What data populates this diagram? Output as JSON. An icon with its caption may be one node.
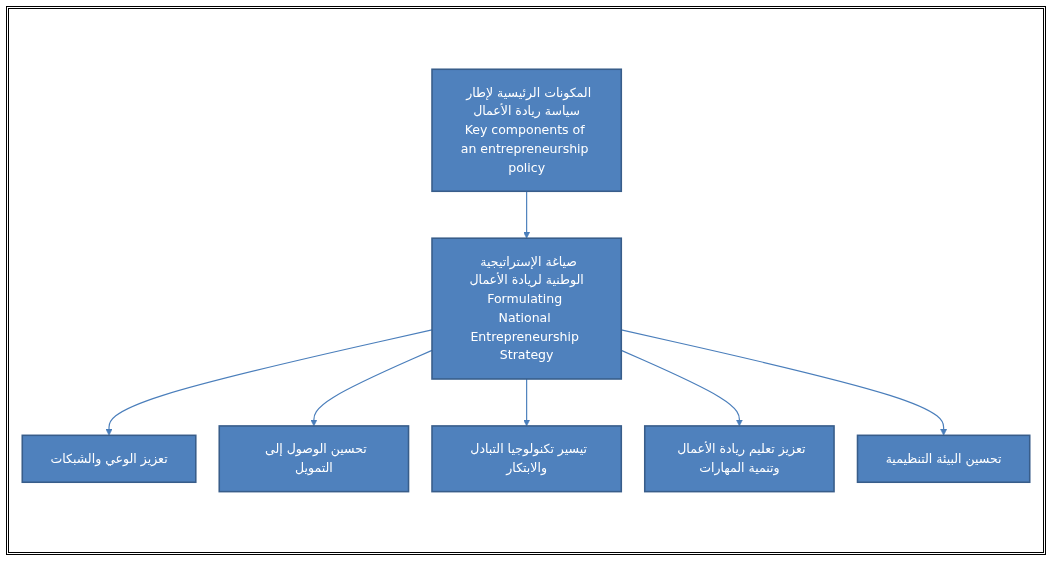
{
  "diagram": {
    "nodes": [
      {
        "text": [
          "المكونات الرئيسية لإطار سياسة ريادة الأعمال",
          "Key components of an entrepreneurship policy"
        ]
      },
      {
        "text": [
          "صياغة الإستراتيجية الوطنية لريادة الأعمال",
          "Formulating National Entrepreneurship Strategy"
        ]
      },
      {
        "text": [
          "تعزيز الوعي والشبكات"
        ]
      },
      {
        "text": [
          "تحسين الوصول إلى التمويل"
        ]
      },
      {
        "text": [
          "تيسير تكنولوجيا التبادل والابتكار"
        ]
      },
      {
        "text": [
          "تعزيز تعليم ريادة الأعمال وتنمية المهارات"
        ]
      },
      {
        "text": [
          "تحسين البيئة التنظيمية"
        ]
      }
    ],
    "edges": [
      {
        "from": 0,
        "to": 1,
        "arrow": "to"
      },
      {
        "from": 1,
        "to": 2,
        "arrow": "to"
      },
      {
        "from": 1,
        "to": 3,
        "arrow": "to"
      },
      {
        "from": 1,
        "to": 4,
        "arrow": "to"
      },
      {
        "from": 1,
        "to": 5,
        "arrow": "to"
      },
      {
        "from": 1,
        "to": 6,
        "arrow": "to"
      }
    ]
  }
}
